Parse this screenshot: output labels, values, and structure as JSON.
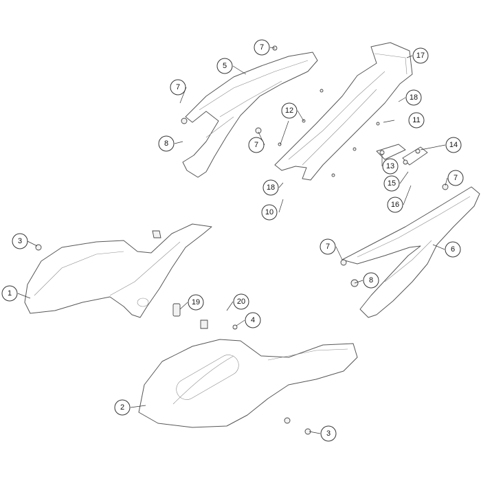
{
  "callouts": [
    {
      "id": "c1",
      "label": "1"
    },
    {
      "id": "c2",
      "label": "2"
    },
    {
      "id": "c3a",
      "label": "3"
    },
    {
      "id": "c3b",
      "label": "3"
    },
    {
      "id": "c4",
      "label": "4"
    },
    {
      "id": "c5",
      "label": "5"
    },
    {
      "id": "c6",
      "label": "6"
    },
    {
      "id": "c7a",
      "label": "7"
    },
    {
      "id": "c7b",
      "label": "7"
    },
    {
      "id": "c7c",
      "label": "7"
    },
    {
      "id": "c7d",
      "label": "7"
    },
    {
      "id": "c7e",
      "label": "7"
    },
    {
      "id": "c8a",
      "label": "8"
    },
    {
      "id": "c8b",
      "label": "8"
    },
    {
      "id": "c10",
      "label": "10"
    },
    {
      "id": "c11",
      "label": "11"
    },
    {
      "id": "c12",
      "label": "12"
    },
    {
      "id": "c13",
      "label": "13"
    },
    {
      "id": "c14",
      "label": "14"
    },
    {
      "id": "c15",
      "label": "15"
    },
    {
      "id": "c16",
      "label": "16"
    },
    {
      "id": "c17",
      "label": "17"
    },
    {
      "id": "c18a",
      "label": "18"
    },
    {
      "id": "c18b",
      "label": "18"
    },
    {
      "id": "c19",
      "label": "19"
    },
    {
      "id": "c20",
      "label": "20"
    }
  ]
}
